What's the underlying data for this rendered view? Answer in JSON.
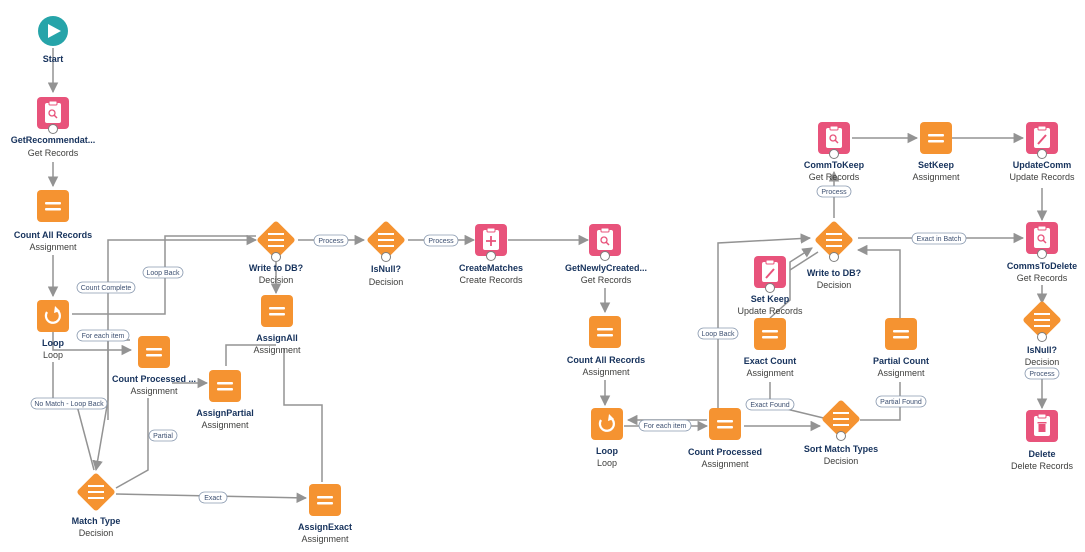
{
  "colors": {
    "start": "#26a4a9",
    "records": "#e8537b",
    "assignment": "#f59331",
    "decision": "#f59331",
    "loop": "#f59331",
    "edge": "#939393"
  },
  "nodes": {
    "start": {
      "title": "Start",
      "icon": "play-icon"
    },
    "get_recommendations": {
      "title": "GetRecommendat...",
      "sub": "Get Records",
      "icon": "search-records-icon"
    },
    "count_all_records_1": {
      "title": "Count All Records",
      "sub": "Assignment",
      "icon": "assignment-icon"
    },
    "loop_1": {
      "title": "Loop",
      "sub": "Loop",
      "icon": "loop-icon"
    },
    "count_processed_1": {
      "title": "Count Processed ...",
      "sub": "Assignment",
      "icon": "assignment-icon"
    },
    "assign_partial": {
      "title": "AssignPartial",
      "sub": "Assignment",
      "icon": "assignment-icon"
    },
    "write_to_db_1": {
      "title": "Write to DB?",
      "sub": "Decision",
      "icon": "decision-icon"
    },
    "assign_all": {
      "title": "AssignAll",
      "sub": "Assignment",
      "icon": "assignment-icon"
    },
    "is_null_1": {
      "title": "IsNull?",
      "sub": "Decision",
      "icon": "decision-icon"
    },
    "create_matches": {
      "title": "CreateMatches",
      "sub": "Create Records",
      "icon": "create-records-icon"
    },
    "get_newly_created": {
      "title": "GetNewlyCreated...",
      "sub": "Get Records",
      "icon": "search-records-icon"
    },
    "count_all_records_2": {
      "title": "Count All Records",
      "sub": "Assignment",
      "icon": "assignment-icon"
    },
    "loop_2": {
      "title": "Loop",
      "sub": "Loop",
      "icon": "loop-icon"
    },
    "count_processed_2": {
      "title": "Count Processed",
      "sub": "Assignment",
      "icon": "assignment-icon"
    },
    "match_type": {
      "title": "Match Type",
      "sub": "Decision",
      "icon": "decision-icon"
    },
    "assign_exact": {
      "title": "AssignExact",
      "sub": "Assignment",
      "icon": "assignment-icon"
    },
    "comm_to_keep": {
      "title": "CommToKeep",
      "sub": "Get Records",
      "icon": "search-records-icon"
    },
    "set_keep_assign": {
      "title": "SetKeep",
      "sub": "Assignment",
      "icon": "assignment-icon"
    },
    "update_comm": {
      "title": "UpdateComm",
      "sub": "Update Records",
      "icon": "update-records-icon"
    },
    "comms_to_delete": {
      "title": "CommsToDelete",
      "sub": "Get Records",
      "icon": "search-records-icon"
    },
    "write_to_db_2": {
      "title": "Write to DB?",
      "sub": "Decision",
      "icon": "decision-icon"
    },
    "set_keep_update": {
      "title": "Set Keep",
      "sub": "Update Records",
      "icon": "update-records-icon"
    },
    "exact_count": {
      "title": "Exact Count",
      "sub": "Assignment",
      "icon": "assignment-icon"
    },
    "partial_count": {
      "title": "Partial Count",
      "sub": "Assignment",
      "icon": "assignment-icon"
    },
    "sort_match_types": {
      "title": "Sort Match Types",
      "sub": "Decision",
      "icon": "decision-icon"
    },
    "is_null_2": {
      "title": "IsNull?",
      "sub": "Decision",
      "icon": "decision-icon"
    },
    "delete": {
      "title": "Delete",
      "sub": "Delete Records",
      "icon": "delete-records-icon"
    }
  },
  "edge_labels": {
    "loop_back_1": "Loop Back",
    "count_complete": "Count Complete",
    "for_each_item_1": "For each item",
    "no_match_loop_back": "No Match - Loop Back",
    "partial": "Partial",
    "exact": "Exact",
    "process_1": "Process",
    "process_2": "Process",
    "process_3": "Process",
    "loop_back_2": "Loop Back",
    "for_each_item_2": "For each item",
    "exact_found": "Exact Found",
    "partial_found": "Partial Found",
    "exact_in_batch": "Exact in Batch",
    "process_4": "Process"
  }
}
